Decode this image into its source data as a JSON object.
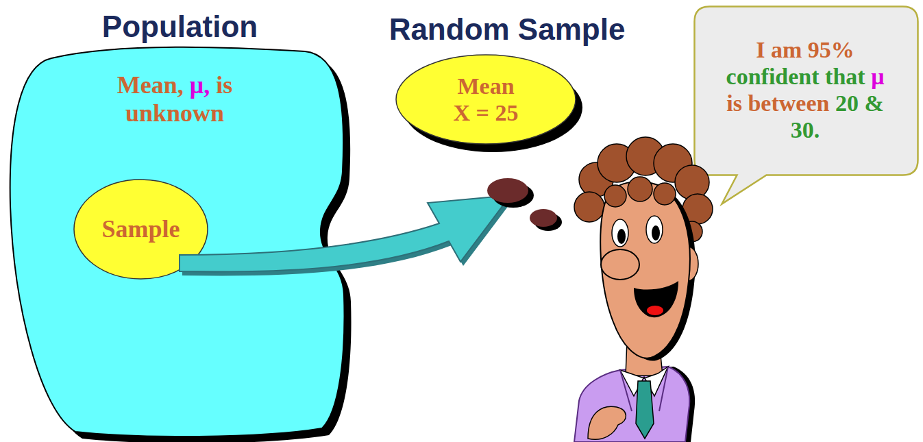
{
  "diagram": {
    "nodes": [
      {
        "text": [
          "Population",
          "Mean, μ, is unknown"
        ]
      },
      {
        "text": [
          "Sample"
        ],
        "in": 0
      },
      {
        "text": [
          "Random Sample",
          "Mean X = 25"
        ]
      },
      {
        "text": [
          "I am 95% confident that μ is between 20 & 30."
        ]
      }
    ]
  }
}
